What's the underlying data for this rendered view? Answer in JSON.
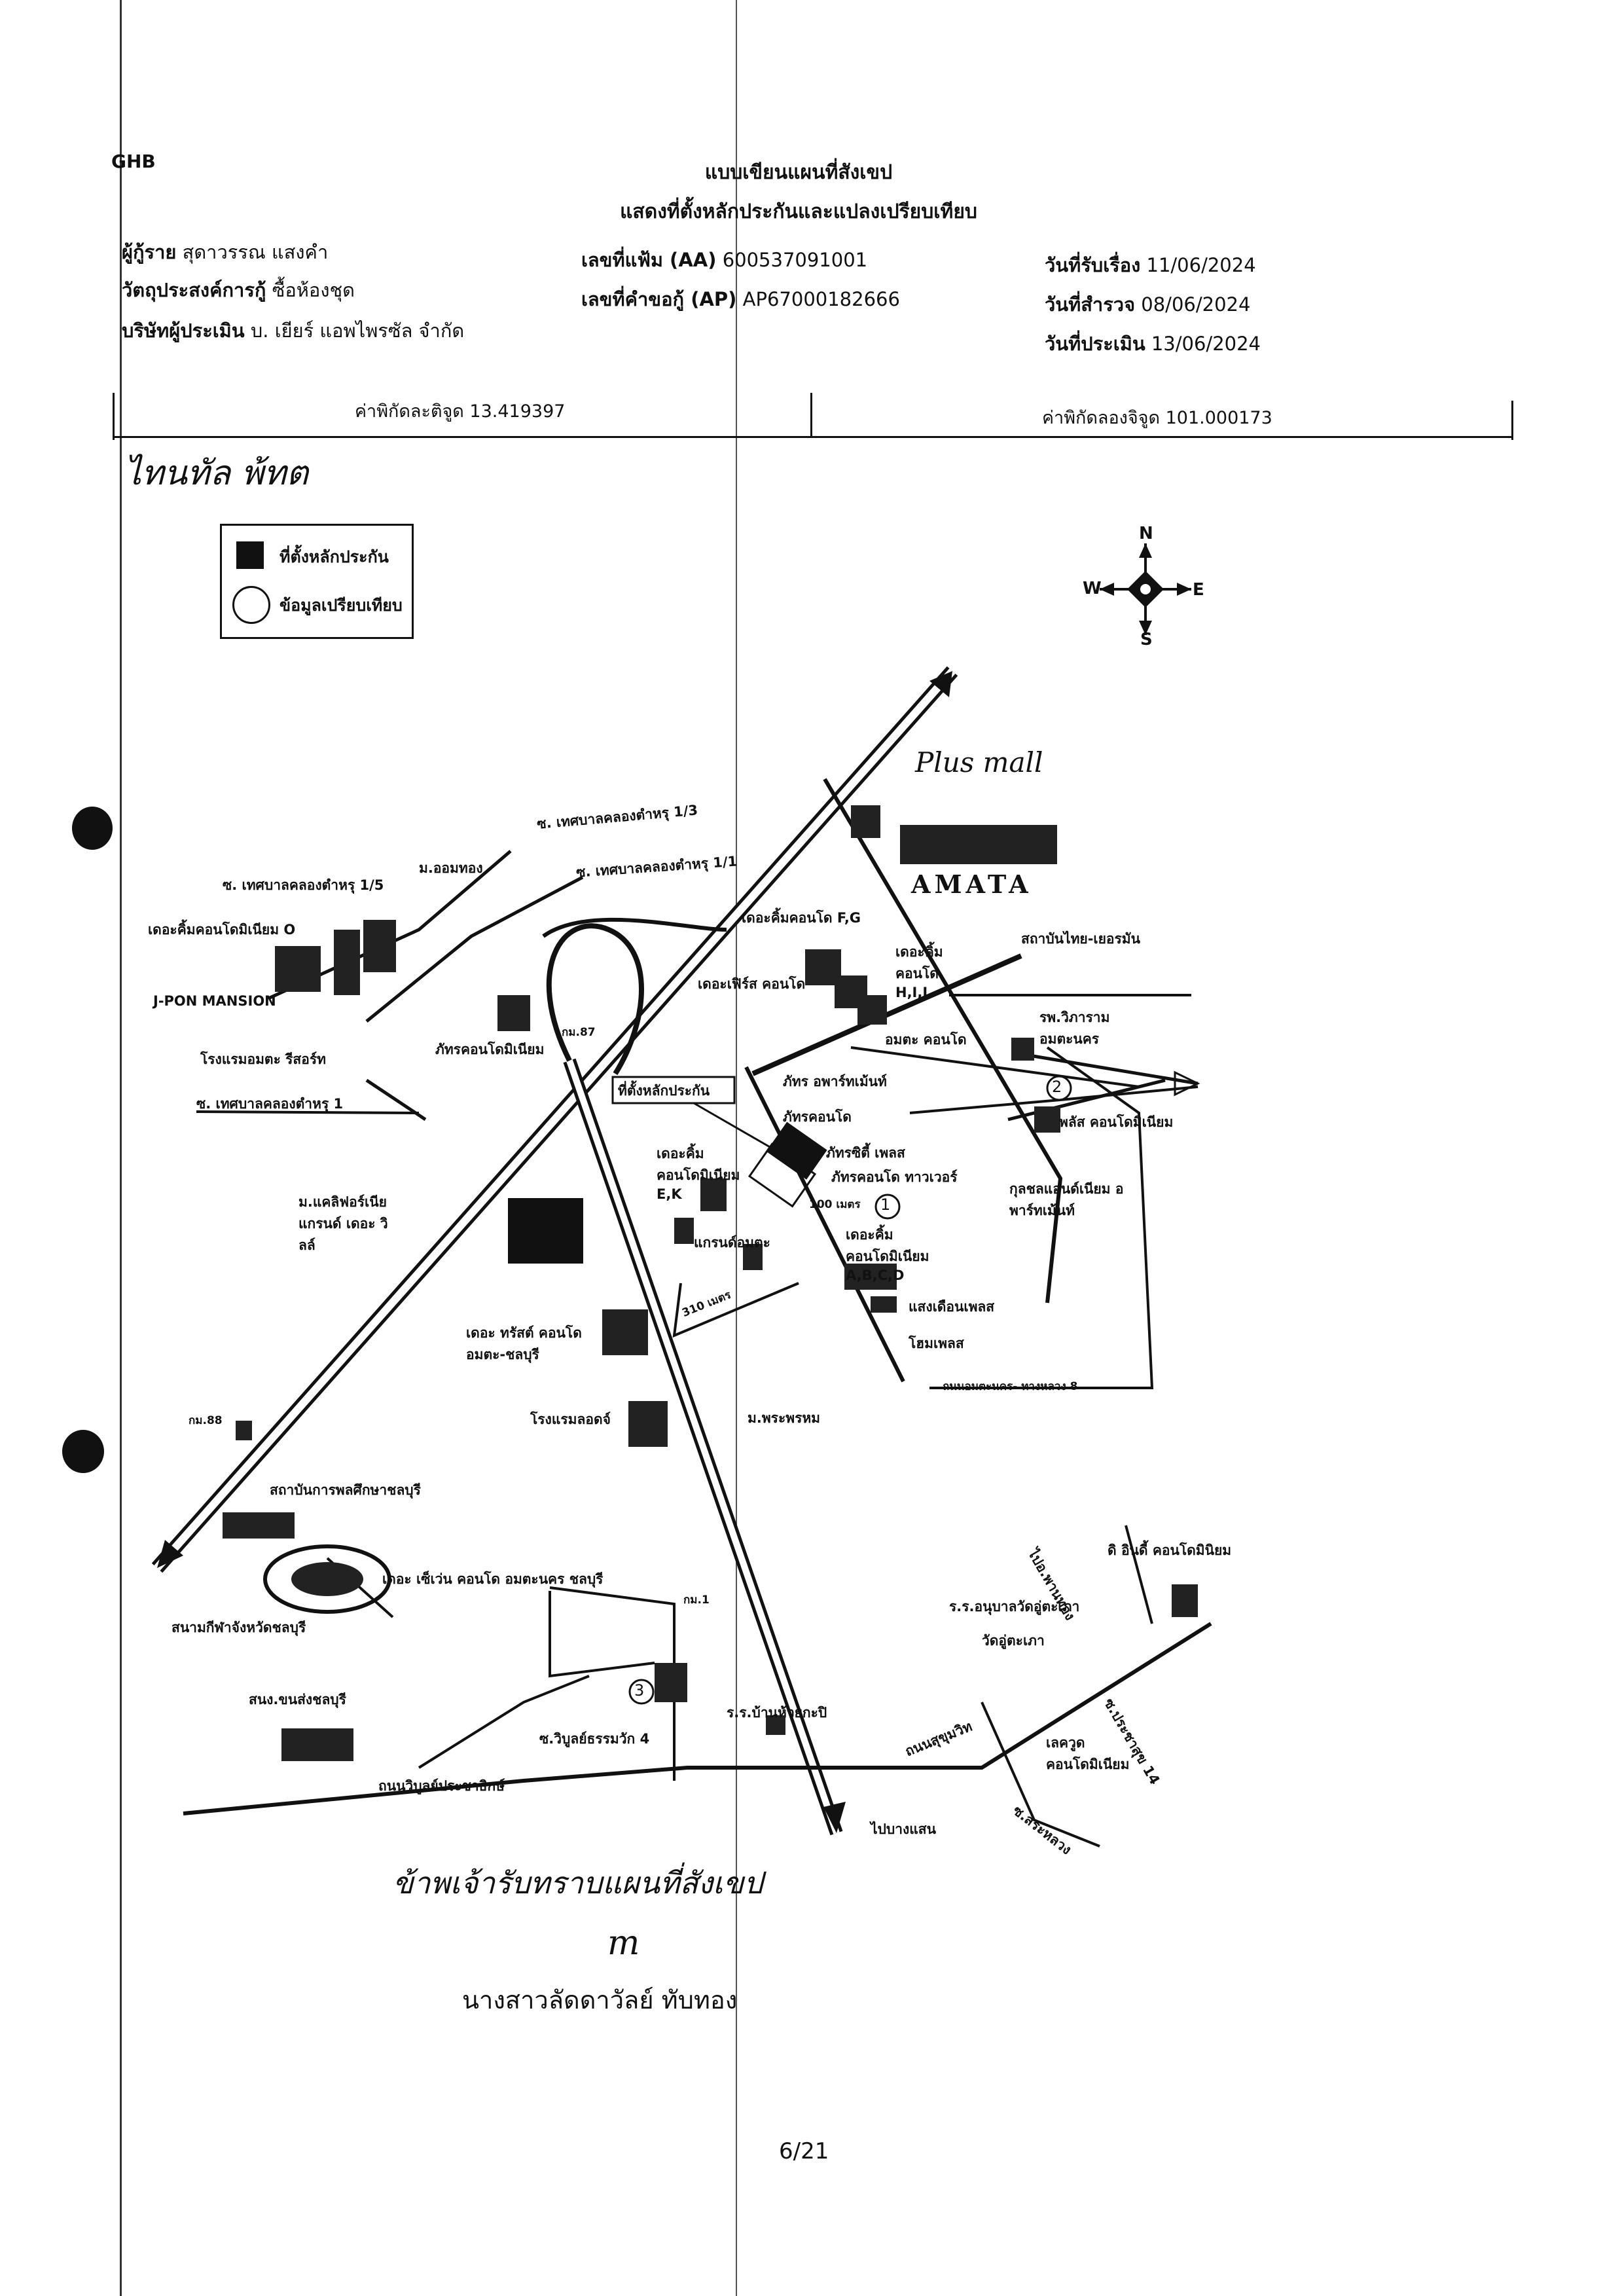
{
  "header": {
    "logo": "GHB",
    "title_line1": "แบบเขียนแผนที่สังเขป",
    "title_line2": "แสดงที่ตั้งหลักประกันและแปลงเปรียบเทียบ"
  },
  "info": {
    "borrower_label": "ผู้กู้ราย",
    "borrower_value": "สุดาวรรณ แสงคำ",
    "purpose_label": "วัตถุประสงค์การกู้",
    "purpose_value": "ซื้อห้องชุด",
    "appraiser_label": "บริษัทผู้ประเมิน",
    "appraiser_value": "บ. เยียร์ แอพไพรซัล จำกัด",
    "file_no_label": "เลขที่แฟ้ม (AA)",
    "file_no_value": "600537091001",
    "request_no_label": "เลขที่คำขอกู้ (AP)",
    "request_no_value": "AP67000182666",
    "received_label": "วันที่รับเรื่อง",
    "received_value": "11/06/2024",
    "survey_label": "วันที่สำรวจ",
    "survey_value": "08/06/2024",
    "appraise_label": "วันที่ประเมิน",
    "appraise_value": "13/06/2024"
  },
  "coords": {
    "lat": "ค่าพิกัดละติจูด 13.419397",
    "lon": "ค่าพิกัดลองจิจูด 101.000173"
  },
  "handwritten_top": "ไทนทัล พ้ทต",
  "legend": {
    "collateral": "ที่ตั้งหลักประกัน",
    "comparison": "ข้อมูลเปรียบเทียบ"
  },
  "compass": {
    "n": "N",
    "s": "S",
    "e": "E",
    "w": "W"
  },
  "map_labels": {
    "soi_khlong_1_3": "ซ. เทศบาลคลองตำหรุ 1/3",
    "soi_khlong_1_1": "ซ. เทศบาลคลองตำหรุ 1/1",
    "soi_khlong_1_5": "ซ. เทศบาลคลองตำหรุ 1/5",
    "m_omthong": "ม.ออมทอง",
    "the_kith_o": "เดอะคิ้มคอนโดมิเนียม O",
    "jpon": "J-PON MANSION",
    "hotel_amata": "โรงแรมอมตะ รีสอร์ท",
    "soi_khlong_1": "ซ. เทศบาลคลองตำหรุ 1",
    "pattra_condo": "ภัทรคอนโดมิเนียม",
    "km87": "กม.87",
    "kith_fg": "เดอะคิ้มคอนโด F,G",
    "first_condo": "เดอะเฟิร์ส คอนโด",
    "kith_hij": "เดอะคิ้ม คอนโด H,I,J",
    "thai_german": "สถาบันไทย-เยอรมัน",
    "amata_logo": "AMATA",
    "plus_mall": "Plus mall",
    "collateral_label": "ที่ตั้งหลักประกัน",
    "pattra_apartment": "ภัทร อพาร์ทเม้นท์",
    "pattra_condo2": "ภัทรคอนโด",
    "pattra_city": "ภัทรซิตี้ เพลส",
    "pattra_tower": "ภัทรคอนโด ทาวเวอร์",
    "amata_condo": "อมตะ คอนโด",
    "hospital": "รพ.วิภาราม อมตะนคร",
    "plus_condo": "พลัส คอนโดมิเนียม",
    "kulchon": "กุลชลแอนด์เนียม อพาร์ทเม้นท์",
    "kith_ek": "เดอะคิ้ม คอนโดมิเนียม E,K",
    "grand_amata": "แกรนด์อมตะ",
    "kith_abcd": "เดอะคิ้ม คอนโดมิเนียม A,B,C,D",
    "saeng_place": "แสงเดือนเพลส",
    "home_place": "โฮมเพลส",
    "m_california": "ม.แคลิฟอร์เนีย แกรนด์ เดอะ วิลล์",
    "trust_condo": "เดอะ ทรัสต์ คอนโด อมตะ-ชลบุรี",
    "hotel_lord": "โรงแรมลอดจ์",
    "m_praphrom": "ม.พระพรหม",
    "road_amata_8": "ถนนอมตะนคร- ทางหลวง 8",
    "km88": "กม.88",
    "sports_office": "สถาบันการพลศึกษาชลบุรี",
    "stadium": "สนามกีฬาจังหวัดชลบุรี",
    "seven_condo": "เดอะ เซ็เว่น คอนโด อมตะนคร ชลบุรี",
    "km1": "กม.1",
    "inn_condo": "ดิ อินดี้ คอนโดมินิยม",
    "school": "ร.ร.อนุบาลวัดอู่ตะเภา",
    "wat": "วัดอู่ตะเภา",
    "to_bangsaen_top": "ไปอ.พานทอง",
    "pop_school": "สนง.ขนส่งชลบุรี",
    "soi_vibul": "ซ.วิบูลย์ธรรมวัก 4",
    "road_vibul": "ถนนวิบูลย์ประชาธิกษ์",
    "school2": "ร.ร.บ้านห้วยกะปิ",
    "road_sukhumvit": "ถนนสุขุมวิท",
    "soi_prachasuk": "ซ.ประชาสุข 14",
    "lakewood": "เลควูด คอนโดมิเนียม",
    "soi_sakhlong": "ซ.สระหลวง",
    "to_bangsaen": "ไปบางแสน",
    "dist_310": "310 เมตร",
    "dist_100": "100 เมตร"
  },
  "signature": {
    "handwritten": "ข้าพเจ้ารับทราบแผนที่สังเขป",
    "initial": "m",
    "name": "นางสาวลัดดาวัลย์ ทับทอง"
  },
  "page_number": "6/21"
}
